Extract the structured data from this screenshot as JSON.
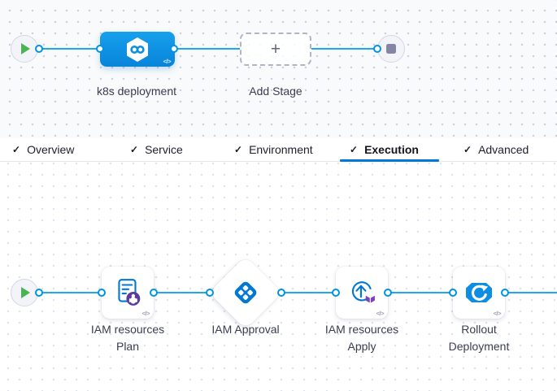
{
  "icons": {
    "code": "</>",
    "plus": "+",
    "check": "✓"
  },
  "stage_canvas": {
    "start_node": "start",
    "stage_label": "k8s deployment",
    "add_stage_label": "Add Stage",
    "end_node": "stop"
  },
  "tabs": {
    "active_tab": "Execution",
    "items": [
      {
        "label": "Overview",
        "checked": true,
        "active": false
      },
      {
        "label": "Service",
        "checked": true,
        "active": false
      },
      {
        "label": "Environment",
        "checked": true,
        "active": false
      },
      {
        "label": "Execution",
        "checked": true,
        "active": true
      },
      {
        "label": "Advanced",
        "checked": true,
        "active": false
      }
    ]
  },
  "execution_canvas": {
    "steps": [
      {
        "name": "terraform-plan-step",
        "label_line1": "IAM resources",
        "label_line2": "Plan"
      },
      {
        "name": "approval-step",
        "label_line1": "IAM Approval",
        "label_line2": ""
      },
      {
        "name": "terraform-apply-step",
        "label_line1": "IAM resources",
        "label_line2": "Apply"
      },
      {
        "name": "rollout-deployment-step",
        "label_line1": "Rollout",
        "label_line2": "Deployment"
      }
    ]
  },
  "colors": {
    "accent_blue": "#0278d5",
    "connector_blue": "#1fa9ec",
    "stage_blue": "#0b92e4",
    "terraform_purple": "#7b42bc",
    "plan_badge_purple": "#5b3a9f",
    "play_green": "#4cb455",
    "stop_gray": "#8484a4",
    "tab_underline_blue": "#0278d5"
  }
}
